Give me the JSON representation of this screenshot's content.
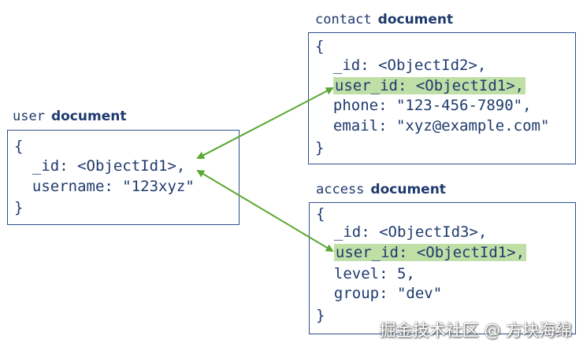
{
  "user_doc": {
    "title_code": "user",
    "title_word": "document",
    "lines": [
      "{",
      "  _id: <ObjectId1>,",
      "  username: \"123xyz\"",
      "}"
    ]
  },
  "contact_doc": {
    "title_code": "contact",
    "title_word": "document",
    "lines": [
      "{",
      "  _id: <ObjectId2>,",
      "  user_id: <ObjectId1>,",
      "  phone: \"123-456-7890\",",
      "  email: \"xyz@example.com\"",
      "}"
    ]
  },
  "access_doc": {
    "title_code": "access",
    "title_word": "document",
    "lines": [
      "{",
      "  _id: <ObjectId3>,",
      "  user_id: <ObjectId1>,",
      "  level: 5,",
      "  group: \"dev\"",
      "}"
    ]
  },
  "colors": {
    "border": "#2d4f8a",
    "text": "#1f3a6e",
    "highlight": "#bfdfa6",
    "arrow": "#5aa832"
  },
  "watermark": "掘金技术社区 @ 方块海绵"
}
